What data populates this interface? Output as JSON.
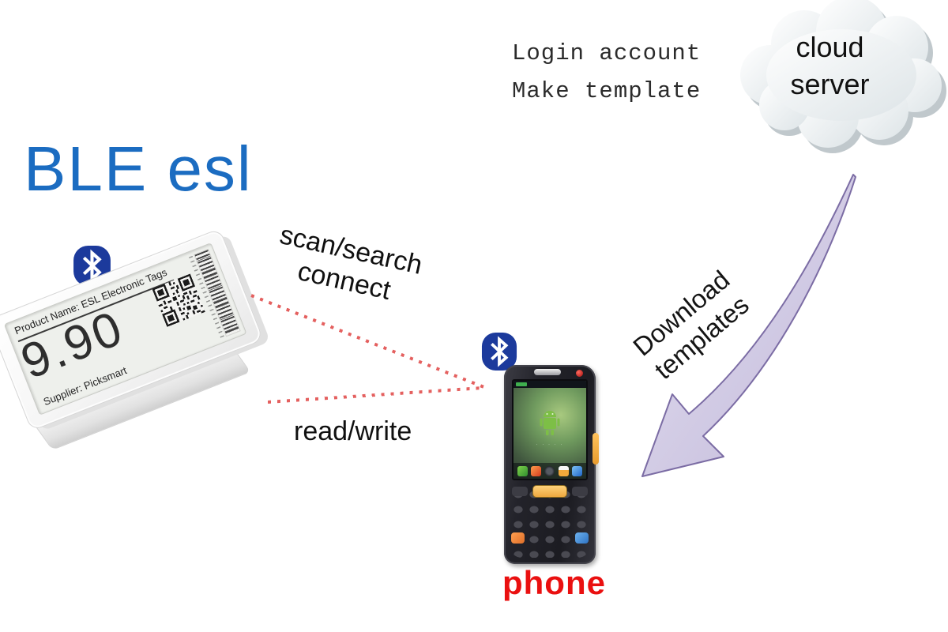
{
  "title": "BLE esl",
  "cloud": {
    "line1": "cloud",
    "line2": "server"
  },
  "steps": {
    "login": {
      "line1": "Login account",
      "line2": "Make template"
    },
    "scan": {
      "line1": "scan/search",
      "line2": "connect"
    },
    "read_write": "read/write",
    "download": {
      "line1": "Download",
      "line2": "templates"
    }
  },
  "esl_device": {
    "product_name": "Product Name: ESL Electronic Tags",
    "price": "9.90",
    "supplier": "Supplier: Picksmart"
  },
  "phone": {
    "label": "phone"
  },
  "icons": [
    "bluetooth-icon",
    "cloud-icon",
    "qr-code-icon",
    "barcode-icon",
    "curved-arrow-icon",
    "android-robot-icon"
  ],
  "colors": {
    "title_blue": "#1b6cc1",
    "bluetooth_blue": "#1c3a9c",
    "dotted_red": "#e4605f",
    "phone_label_red": "#ea1010",
    "arrow_fill": "#ccc5e2",
    "arrow_stroke": "#7b6ca4"
  }
}
